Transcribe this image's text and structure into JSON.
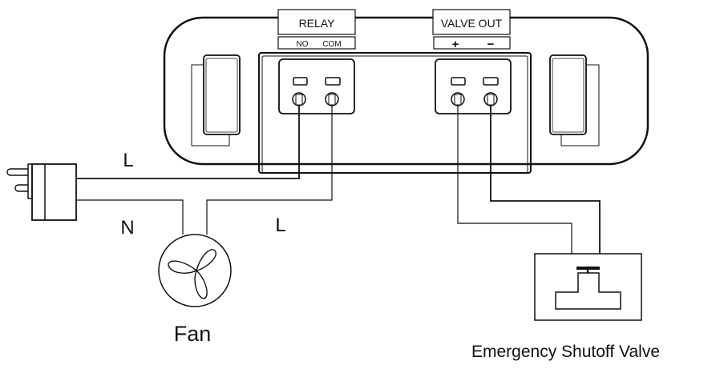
{
  "device": {
    "relay_label": "RELAY",
    "relay_no": "NO",
    "relay_com": "COM",
    "valve_label": "VALVE OUT",
    "valve_plus": "+",
    "valve_minus": "−"
  },
  "wires": {
    "line_top": "L",
    "neutral": "N",
    "line_fan": "L"
  },
  "components": {
    "fan": "Fan",
    "valve": "Emergency Shutoff Valve"
  },
  "colors": {
    "stroke": "#111111",
    "background": "#ffffff"
  }
}
